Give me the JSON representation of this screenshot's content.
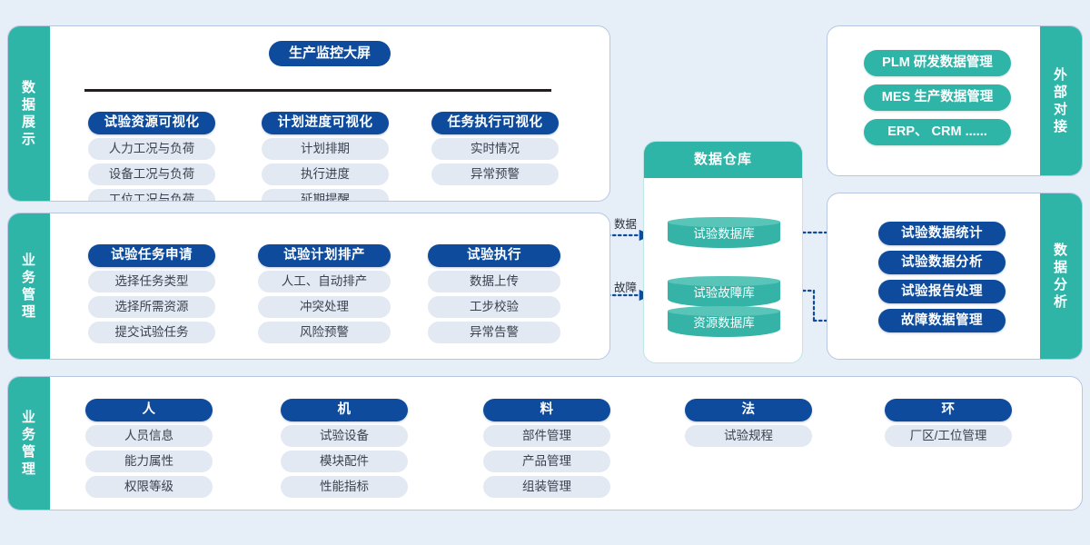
{
  "theme": {
    "background": "#e6eef8",
    "teal": "#2fb4a8",
    "navy": "#0e4b9c",
    "sub_pill": "#e3e9f2",
    "divider": "#231f20"
  },
  "sections": {
    "data_display": {
      "side_label": "数据展示",
      "banner": "生产监控大屏",
      "columns": [
        {
          "title": "试验资源可视化",
          "items": [
            "人力工况与负荷",
            "设备工况与负荷",
            "工位工况与负荷"
          ]
        },
        {
          "title": "计划进度可视化",
          "items": [
            "计划排期",
            "执行进度",
            "延期提醒"
          ]
        },
        {
          "title": "任务执行可视化",
          "items": [
            "实时情况",
            "异常预警"
          ]
        }
      ]
    },
    "business_flow": {
      "side_label": "业务管理",
      "columns": [
        {
          "title": "试验任务申请",
          "items": [
            "选择任务类型",
            "选择所需资源",
            "提交试验任务"
          ]
        },
        {
          "title": "试验计划排产",
          "items": [
            "人工、自动排产",
            "冲突处理",
            "风险预警"
          ]
        },
        {
          "title": "试验执行",
          "items": [
            "数据上传",
            "工步校验",
            "异常告警"
          ]
        }
      ]
    },
    "external": {
      "side_label": "外部对接",
      "items": [
        "PLM 研发数据管理",
        "MES 生产数据管理",
        "ERP、 CRM ......"
      ]
    },
    "warehouse": {
      "title": "数据仓库",
      "databases": [
        "试验数据库",
        "试验故障库",
        "资源数据库"
      ]
    },
    "analysis": {
      "side_label": "数据分析",
      "items": [
        "试验数据统计",
        "试验数据分析",
        "试验报告处理",
        "故障数据管理"
      ]
    },
    "master_data": {
      "side_label": "业务管理",
      "columns": [
        {
          "title": "人",
          "items": [
            "人员信息",
            "能力属性",
            "权限等级"
          ]
        },
        {
          "title": "机",
          "items": [
            "试验设备",
            "模块配件",
            "性能指标"
          ]
        },
        {
          "title": "料",
          "items": [
            "部件管理",
            "产品管理",
            "组装管理"
          ]
        },
        {
          "title": "法",
          "items": [
            "试验规程"
          ]
        },
        {
          "title": "环",
          "items": [
            "厂区/工位管理"
          ]
        }
      ]
    }
  },
  "connector_labels": {
    "data": "数据",
    "fault": "故障"
  }
}
